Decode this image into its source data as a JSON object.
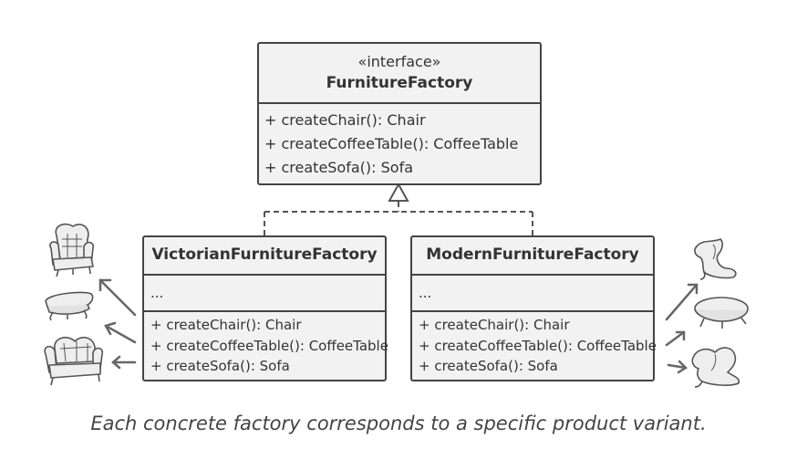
{
  "interface_box": {
    "stereotype": "«interface»",
    "name": "FurnitureFactory",
    "methods": [
      "+ createChair(): Chair",
      "+ createCoffeeTable(): CoffeeTable",
      "+ createSofa(): Sofa"
    ]
  },
  "victorian_box": {
    "name": "VictorianFurnitureFactory",
    "fields": "...",
    "methods": [
      "+ createChair(): Chair",
      "+ createCoffeeTable(): CoffeeTable",
      "+ createSofa(): Sofa"
    ]
  },
  "modern_box": {
    "name": "ModernFurnitureFactory",
    "fields": "...",
    "methods": [
      "+ createChair(): Chair",
      "+ createCoffeeTable(): CoffeeTable",
      "+ createSofa(): Sofa"
    ]
  },
  "caption": "Each concrete factory corresponds to a specific product variant.",
  "icons": {
    "victorian": [
      "victorian-armchair-icon",
      "victorian-coffee-table-icon",
      "victorian-sofa-icon"
    ],
    "modern": [
      "modern-chair-icon",
      "modern-coffee-table-icon",
      "modern-sofa-icon"
    ]
  },
  "colors": {
    "stroke": "#444444",
    "fill": "#f2f2f2",
    "text": "#333333"
  }
}
